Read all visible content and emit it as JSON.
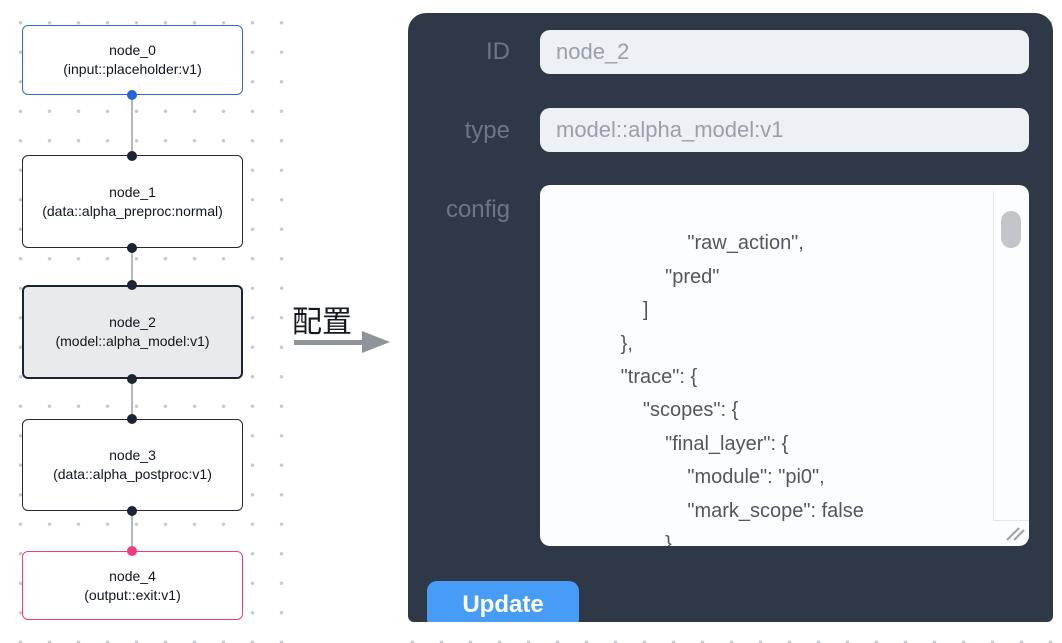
{
  "canvas": {
    "nodes": [
      {
        "name": "node_0",
        "type_label": "(input::placeholder:v1)",
        "accent": "#3368d2",
        "selected": false
      },
      {
        "name": "node_1",
        "type_label": "(data::alpha_preproc:normal)",
        "accent": "#212936",
        "selected": false
      },
      {
        "name": "node_2",
        "type_label": "(model::alpha_model:v1)",
        "accent": "#1c2433",
        "selected": true
      },
      {
        "name": "node_3",
        "type_label": "(data::alpha_postproc:v1)",
        "accent": "#212936",
        "selected": false
      },
      {
        "name": "node_4",
        "type_label": "(output::exit:v1)",
        "accent": "#ee3d7d",
        "selected": false
      }
    ],
    "port_colors": {
      "input_port": "#2563d9",
      "default_port": "#1c2433",
      "output_port": "#f23a80"
    },
    "edge_color": "#b4b8be"
  },
  "transition": {
    "label": "配置",
    "arrow_color": "#8f939a"
  },
  "panel": {
    "background": "#2e3847",
    "fields": {
      "id": {
        "label": "ID",
        "value": "node_2"
      },
      "type": {
        "label": "type",
        "value": "model::alpha_model:v1"
      },
      "config": {
        "label": "config",
        "value": "                    \"raw_action\",\n                    \"pred\"\n                ]\n            },\n            \"trace\": {\n                \"scopes\": {\n                    \"final_layer\": {\n                        \"module\": \"pi0\",\n                        \"mark_scope\": false\n                    },\n                    \"action_model\": {"
      }
    },
    "update_button": {
      "label": "Update",
      "color": "#479cf8"
    }
  }
}
